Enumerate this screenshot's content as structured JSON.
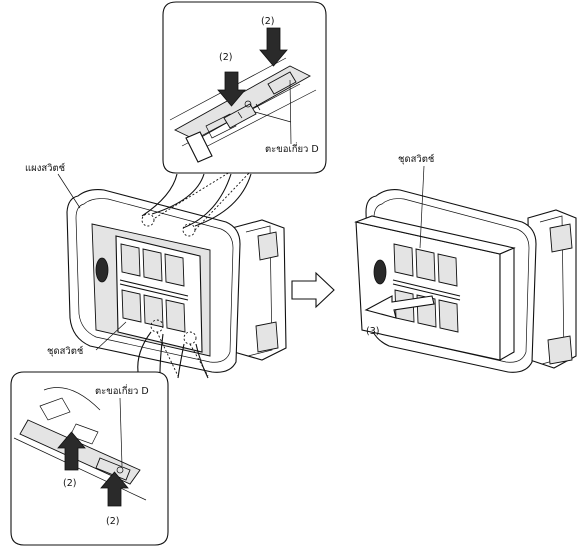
{
  "labels": {
    "switch_panel": "แผงสวิตช์",
    "switch_assembly_left": "ชุดสวิตช์",
    "switch_assembly_right": "ชุดสวิตช์",
    "hook_top": "ตะขอเกี่ยว D",
    "hook_bottom": "ตะขอเกี่ยว D",
    "step_top_left": "(2)",
    "step_top_right": "(2)",
    "step_bottom_left": "(2)",
    "step_bottom_right": "(2)",
    "step_remove": "(3)"
  }
}
